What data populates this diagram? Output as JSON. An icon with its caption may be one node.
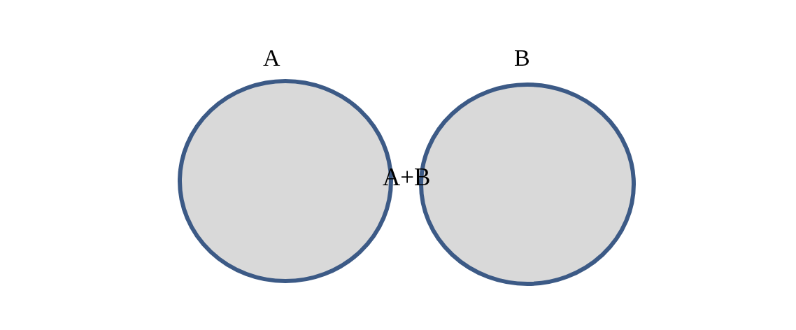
{
  "diagram": {
    "nodes": [
      {
        "text": [
          "A"
        ]
      },
      {
        "text": [
          "B"
        ]
      }
    ],
    "labels": [
      "A+B"
    ]
  }
}
